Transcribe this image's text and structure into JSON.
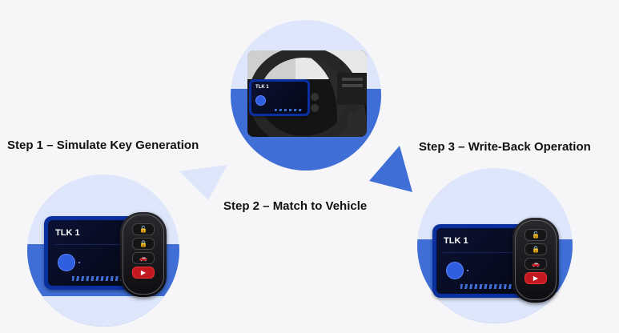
{
  "steps": [
    {
      "label": "Step 1 – Simulate Key Generation"
    },
    {
      "label": "Step 2 – Match to Vehicle"
    },
    {
      "label": "Step 3 – Write-Back Operation"
    }
  ],
  "device": {
    "title": "TLK 1"
  },
  "fob_keys": [
    "🔓",
    "🔒",
    "🚗",
    "▶"
  ],
  "colors": {
    "accent": "#3f6fd6",
    "light": "#dde6fa",
    "device_body": "#0a2f9e",
    "fob_red": "#c2181f"
  }
}
